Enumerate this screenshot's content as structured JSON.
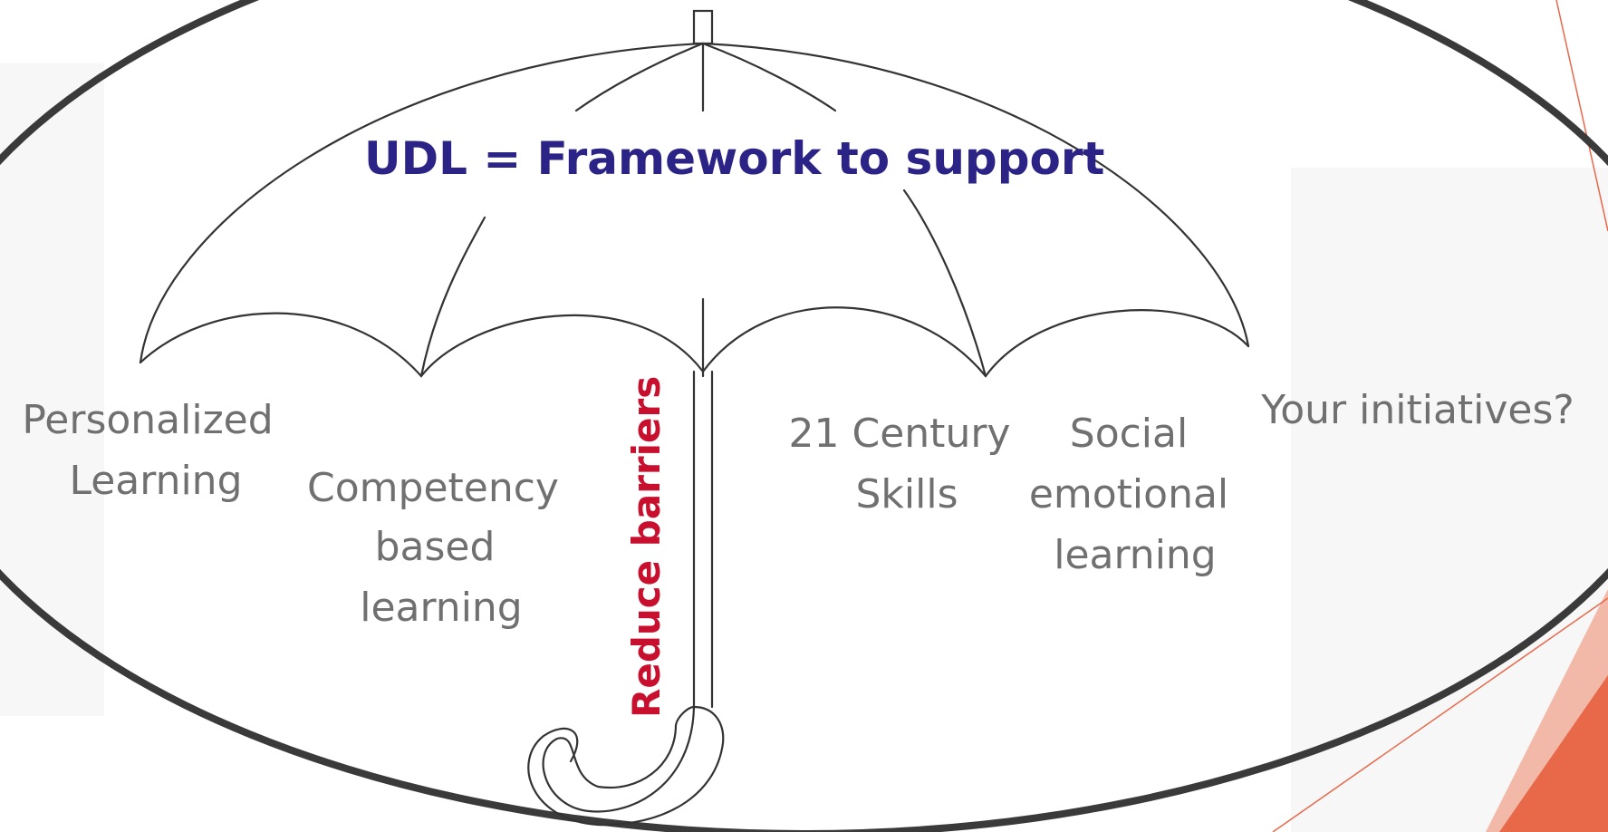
{
  "diagram": {
    "title": "UDL = Framework to support",
    "stem_label": "Reduce barriers",
    "labels": {
      "personalized": [
        "Personalized",
        "Learning"
      ],
      "competency": [
        "Competency",
        "based",
        "learning"
      ],
      "century": [
        "21 Century",
        "Skills"
      ],
      "social": [
        "Social",
        "emotional",
        "learning"
      ],
      "initiatives": [
        "Your initiatives?"
      ]
    },
    "colors": {
      "title": "#2b2486",
      "stem_label": "#c8102e",
      "label": "#707070",
      "accent": "#e8694a",
      "accent_light": "#f3b9a8",
      "oval_stroke": "#3a3a3a"
    }
  }
}
